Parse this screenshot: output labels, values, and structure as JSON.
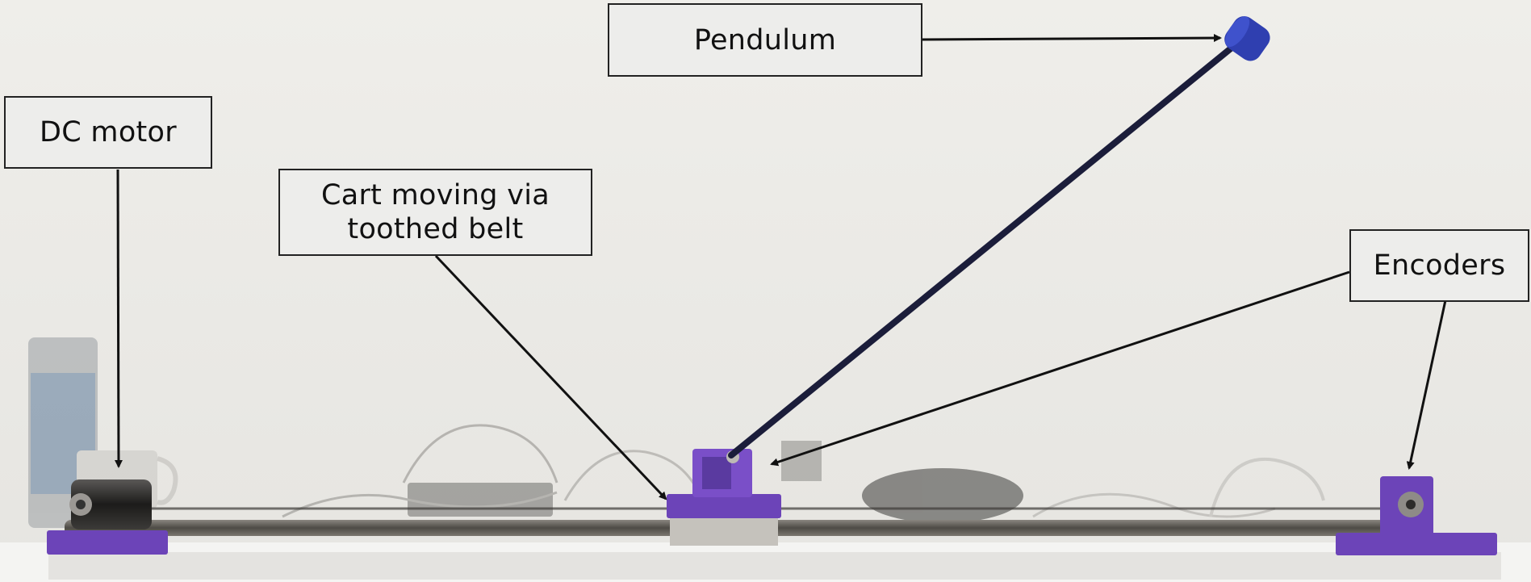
{
  "labels": {
    "pendulum": "Pendulum",
    "dc_motor": "DC motor",
    "cart_line1": "Cart moving via",
    "cart_line2": "toothed belt",
    "encoders": "Encoders"
  },
  "colors": {
    "background": "#ecebe7",
    "label_fill": "#ededeb",
    "label_border": "#222222",
    "arrow": "#111111",
    "cart_purple": "#6a3fb8",
    "rod": "#1b1d3a",
    "pendulum_mass": "#2f3fb0",
    "rail": "#55524c"
  },
  "icons": [
    "pendulum-mass",
    "dc-motor",
    "encoder",
    "cart"
  ]
}
